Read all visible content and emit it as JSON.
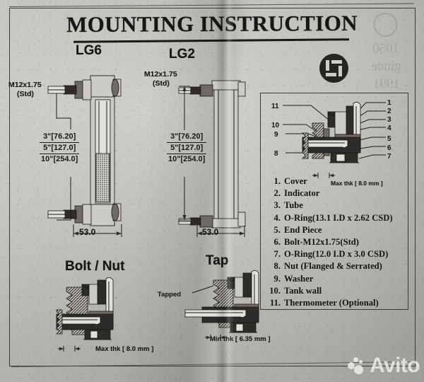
{
  "document": {
    "title": "MOUNTING INSTRUCTION"
  },
  "sections": {
    "lg6": {
      "heading": "LG6",
      "thread_label_line1": "M12x1.75",
      "thread_label_line2": "(Std)",
      "lengths": [
        "3\"[76.20]",
        "5\"[127.0]",
        "10\"[254.0]"
      ],
      "width_dim": "53.0"
    },
    "lg2": {
      "heading": "LG2",
      "thread_label_line1": "M12x1.75",
      "thread_label_line2": "(Std)",
      "lengths": [
        "3\"[76.20]",
        "5\"[127.0]",
        "10\"[254.0]"
      ],
      "width_dim": "53.0"
    },
    "bolt_nut": {
      "heading": "Bolt / Nut",
      "thickness_note": "Max thk [ 8.0 mm ]"
    },
    "tap": {
      "heading": "Tap",
      "tapped_label": "Tapped",
      "thickness_note": "Min thk [ 6.35 mm ]"
    },
    "detail_panel": {
      "thickness_note": "Max thk [ 8.0 mm ]",
      "callouts_left": [
        "11",
        "10",
        "9",
        "8"
      ],
      "callouts_right": [
        "1",
        "2",
        "3",
        "4",
        "5",
        "6",
        "7"
      ],
      "legend": [
        {
          "num": "1.",
          "text": "Cover"
        },
        {
          "num": "2.",
          "text": "Indicator"
        },
        {
          "num": "3.",
          "text": "Tube"
        },
        {
          "num": "4.",
          "text": "O-Ring(13.1 I.D x 2.62 CSD)"
        },
        {
          "num": "5.",
          "text": "End Piece"
        },
        {
          "num": "6.",
          "text": "Bolt-M12x1.75(Std)"
        },
        {
          "num": "7.",
          "text": "O-Ring(12.0 I.D x 3.0 CSD)"
        },
        {
          "num": "8.",
          "text": "Nut (Flanged & Serrated)"
        },
        {
          "num": "9.",
          "text": "Washer"
        },
        {
          "num": "10.",
          "text": "Tank wall"
        },
        {
          "num": "11.",
          "text": "Thermometer (Optional)"
        }
      ]
    }
  },
  "watermarks": {
    "avito": "Avito",
    "showthrough_line1": "1050",
    "showthrough_line2": "ginne",
    "showthrough_line3": "1991"
  },
  "colors": {
    "paper": "#bfbdb8",
    "ink": "#171615",
    "metal_dark": "#2e2c2a",
    "metal_mid": "#6e6b66",
    "metal_light": "#cdcbc6"
  }
}
